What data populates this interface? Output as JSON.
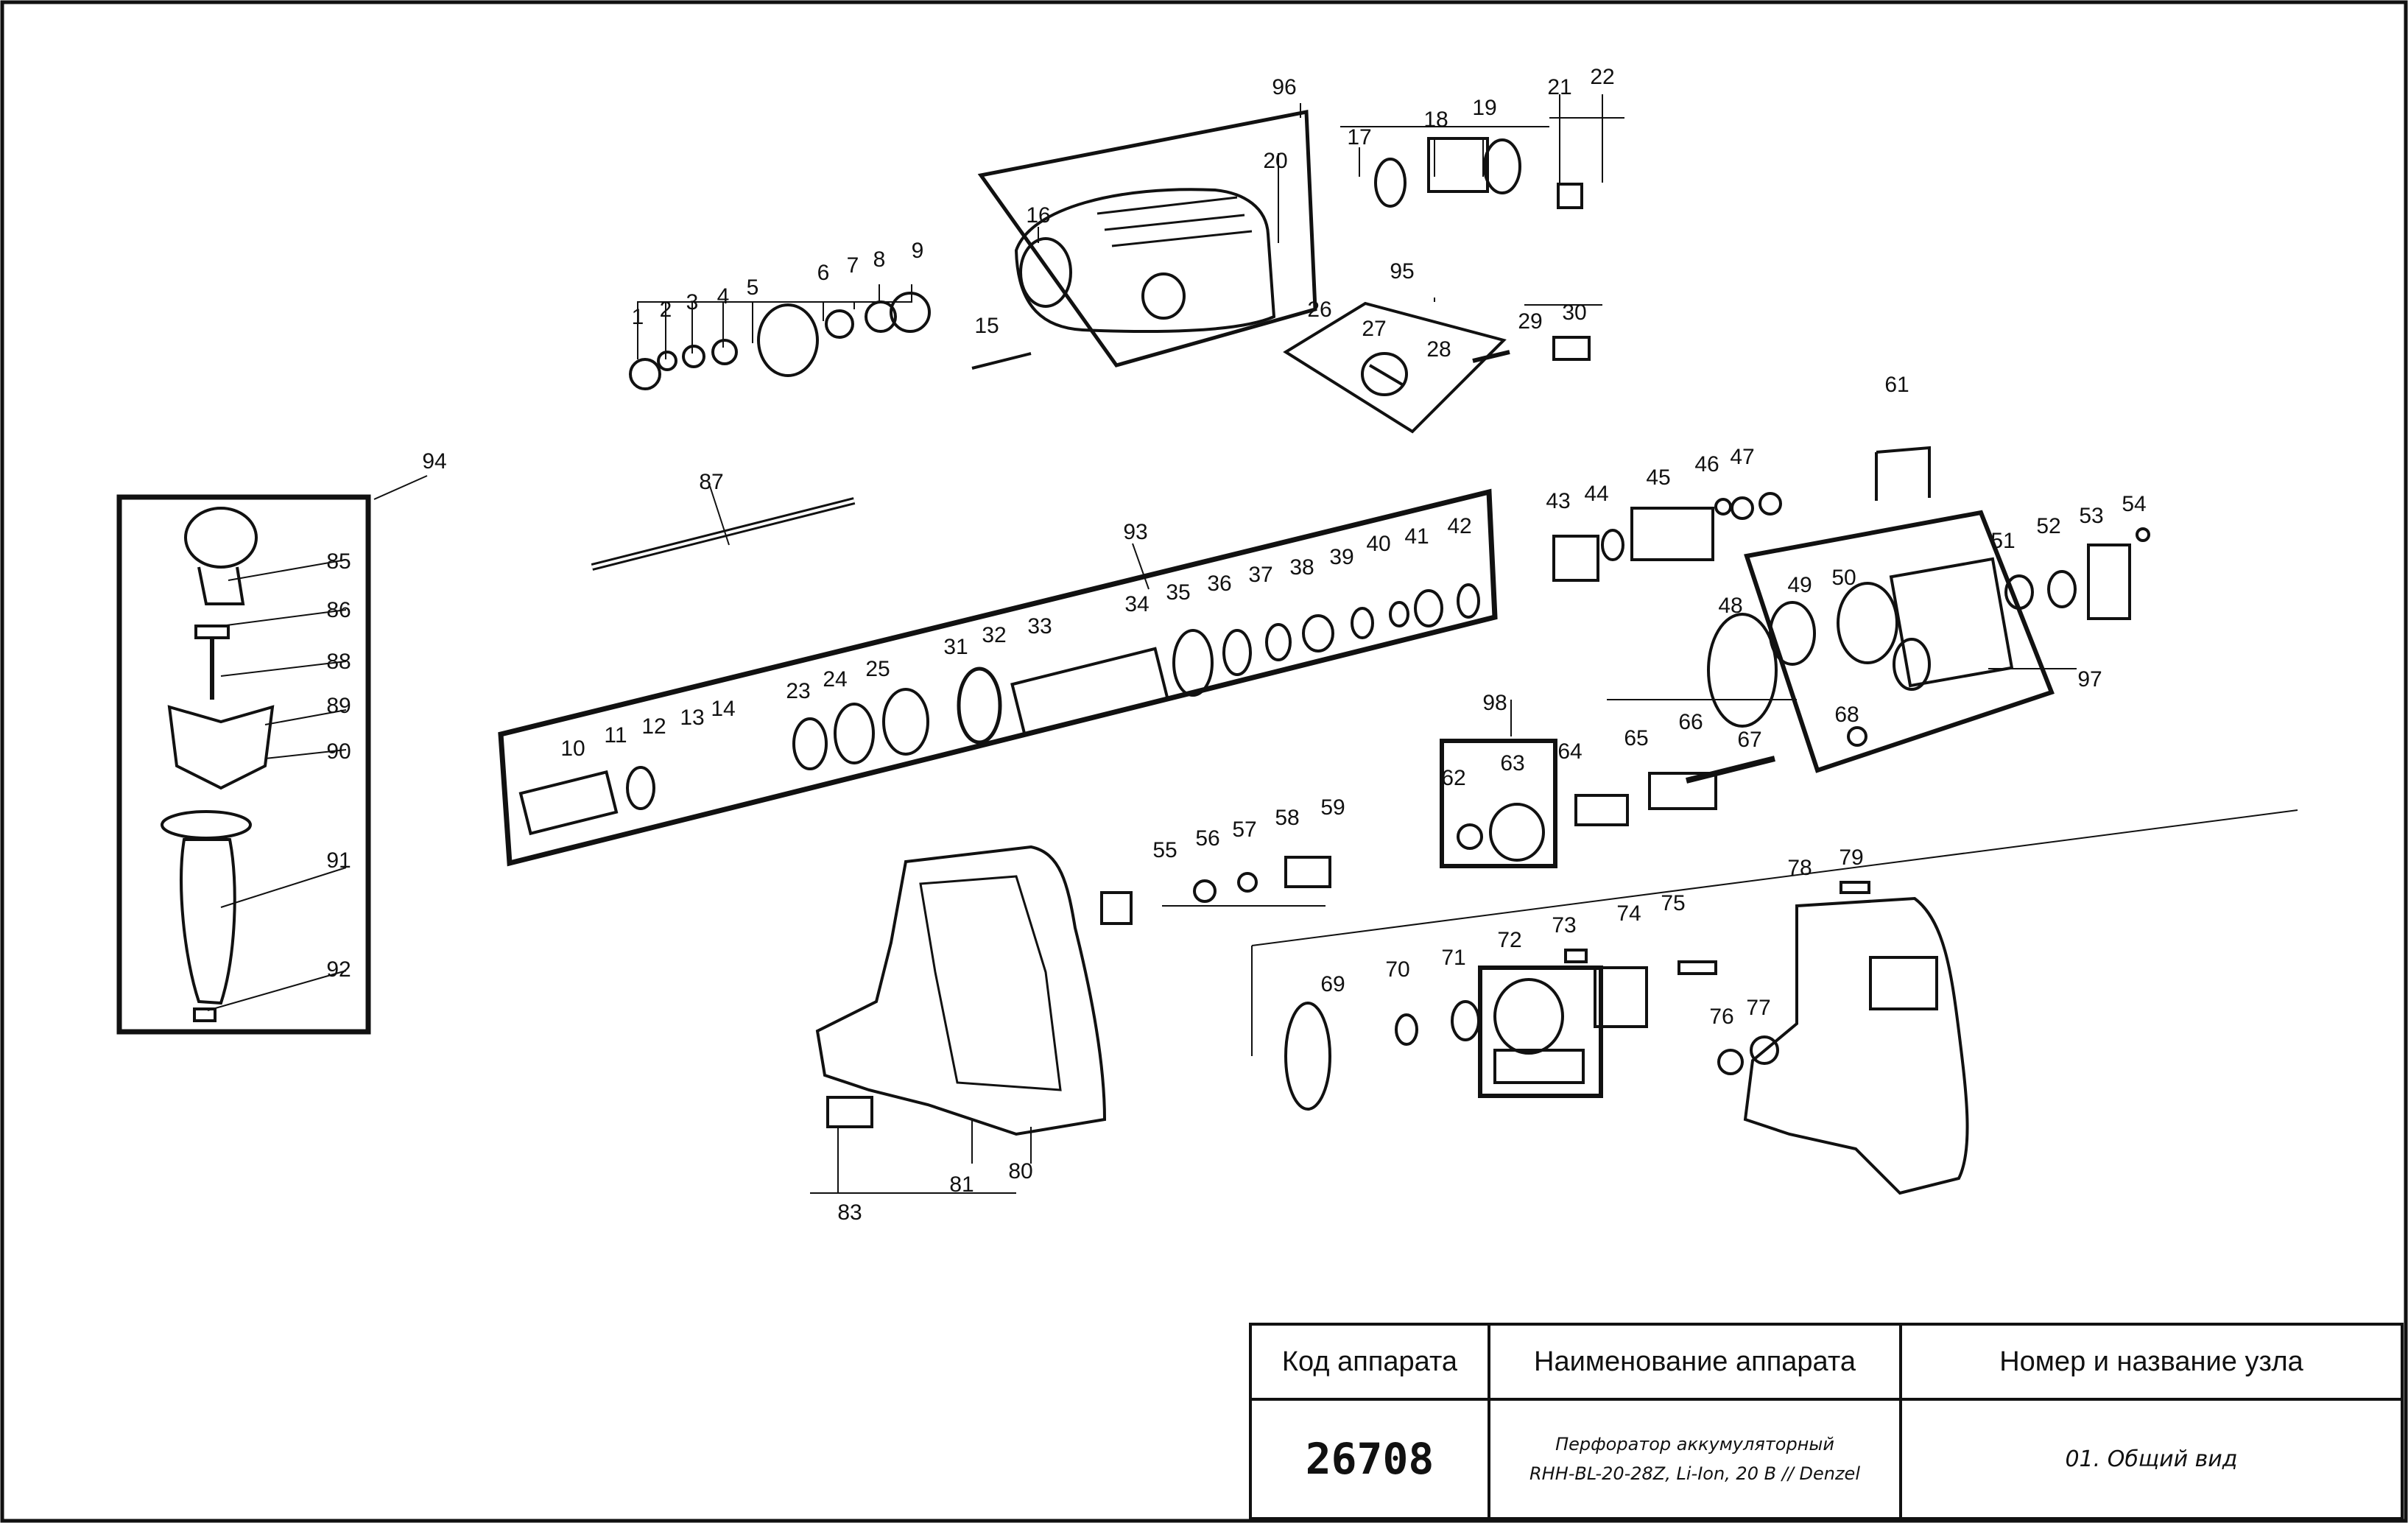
{
  "title_block": {
    "header_code": "Код аппарата",
    "header_name": "Наименование аппарата",
    "header_node": "Номер и название узла",
    "code": "26708",
    "name_line1": "Перфоратор аккумуляторный",
    "name_line2": "RHH-BL-20-28Z, Li-Ion, 20 В // Denzel",
    "node": "01. Общий вид"
  },
  "callouts": [
    "1",
    "2",
    "3",
    "4",
    "5",
    "6",
    "7",
    "8",
    "9",
    "15",
    "16",
    "20",
    "96",
    "17",
    "18",
    "19",
    "21",
    "22",
    "26",
    "27",
    "28",
    "95",
    "29",
    "30",
    "94",
    "85",
    "86",
    "88",
    "89",
    "90",
    "91",
    "92",
    "87",
    "93",
    "10",
    "11",
    "12",
    "13",
    "14",
    "23",
    "24",
    "25",
    "31",
    "32",
    "33",
    "34",
    "35",
    "36",
    "37",
    "38",
    "39",
    "40",
    "41",
    "42",
    "43",
    "44",
    "45",
    "46",
    "47",
    "61",
    "48",
    "49",
    "50",
    "51",
    "52",
    "53",
    "54",
    "97",
    "68",
    "98",
    "62",
    "63",
    "64",
    "65",
    "66",
    "67",
    "55",
    "56",
    "57",
    "58",
    "59",
    "69",
    "70",
    "71",
    "72",
    "73",
    "74",
    "75",
    "76",
    "77",
    "78",
    "79",
    "80",
    "81",
    "83"
  ]
}
